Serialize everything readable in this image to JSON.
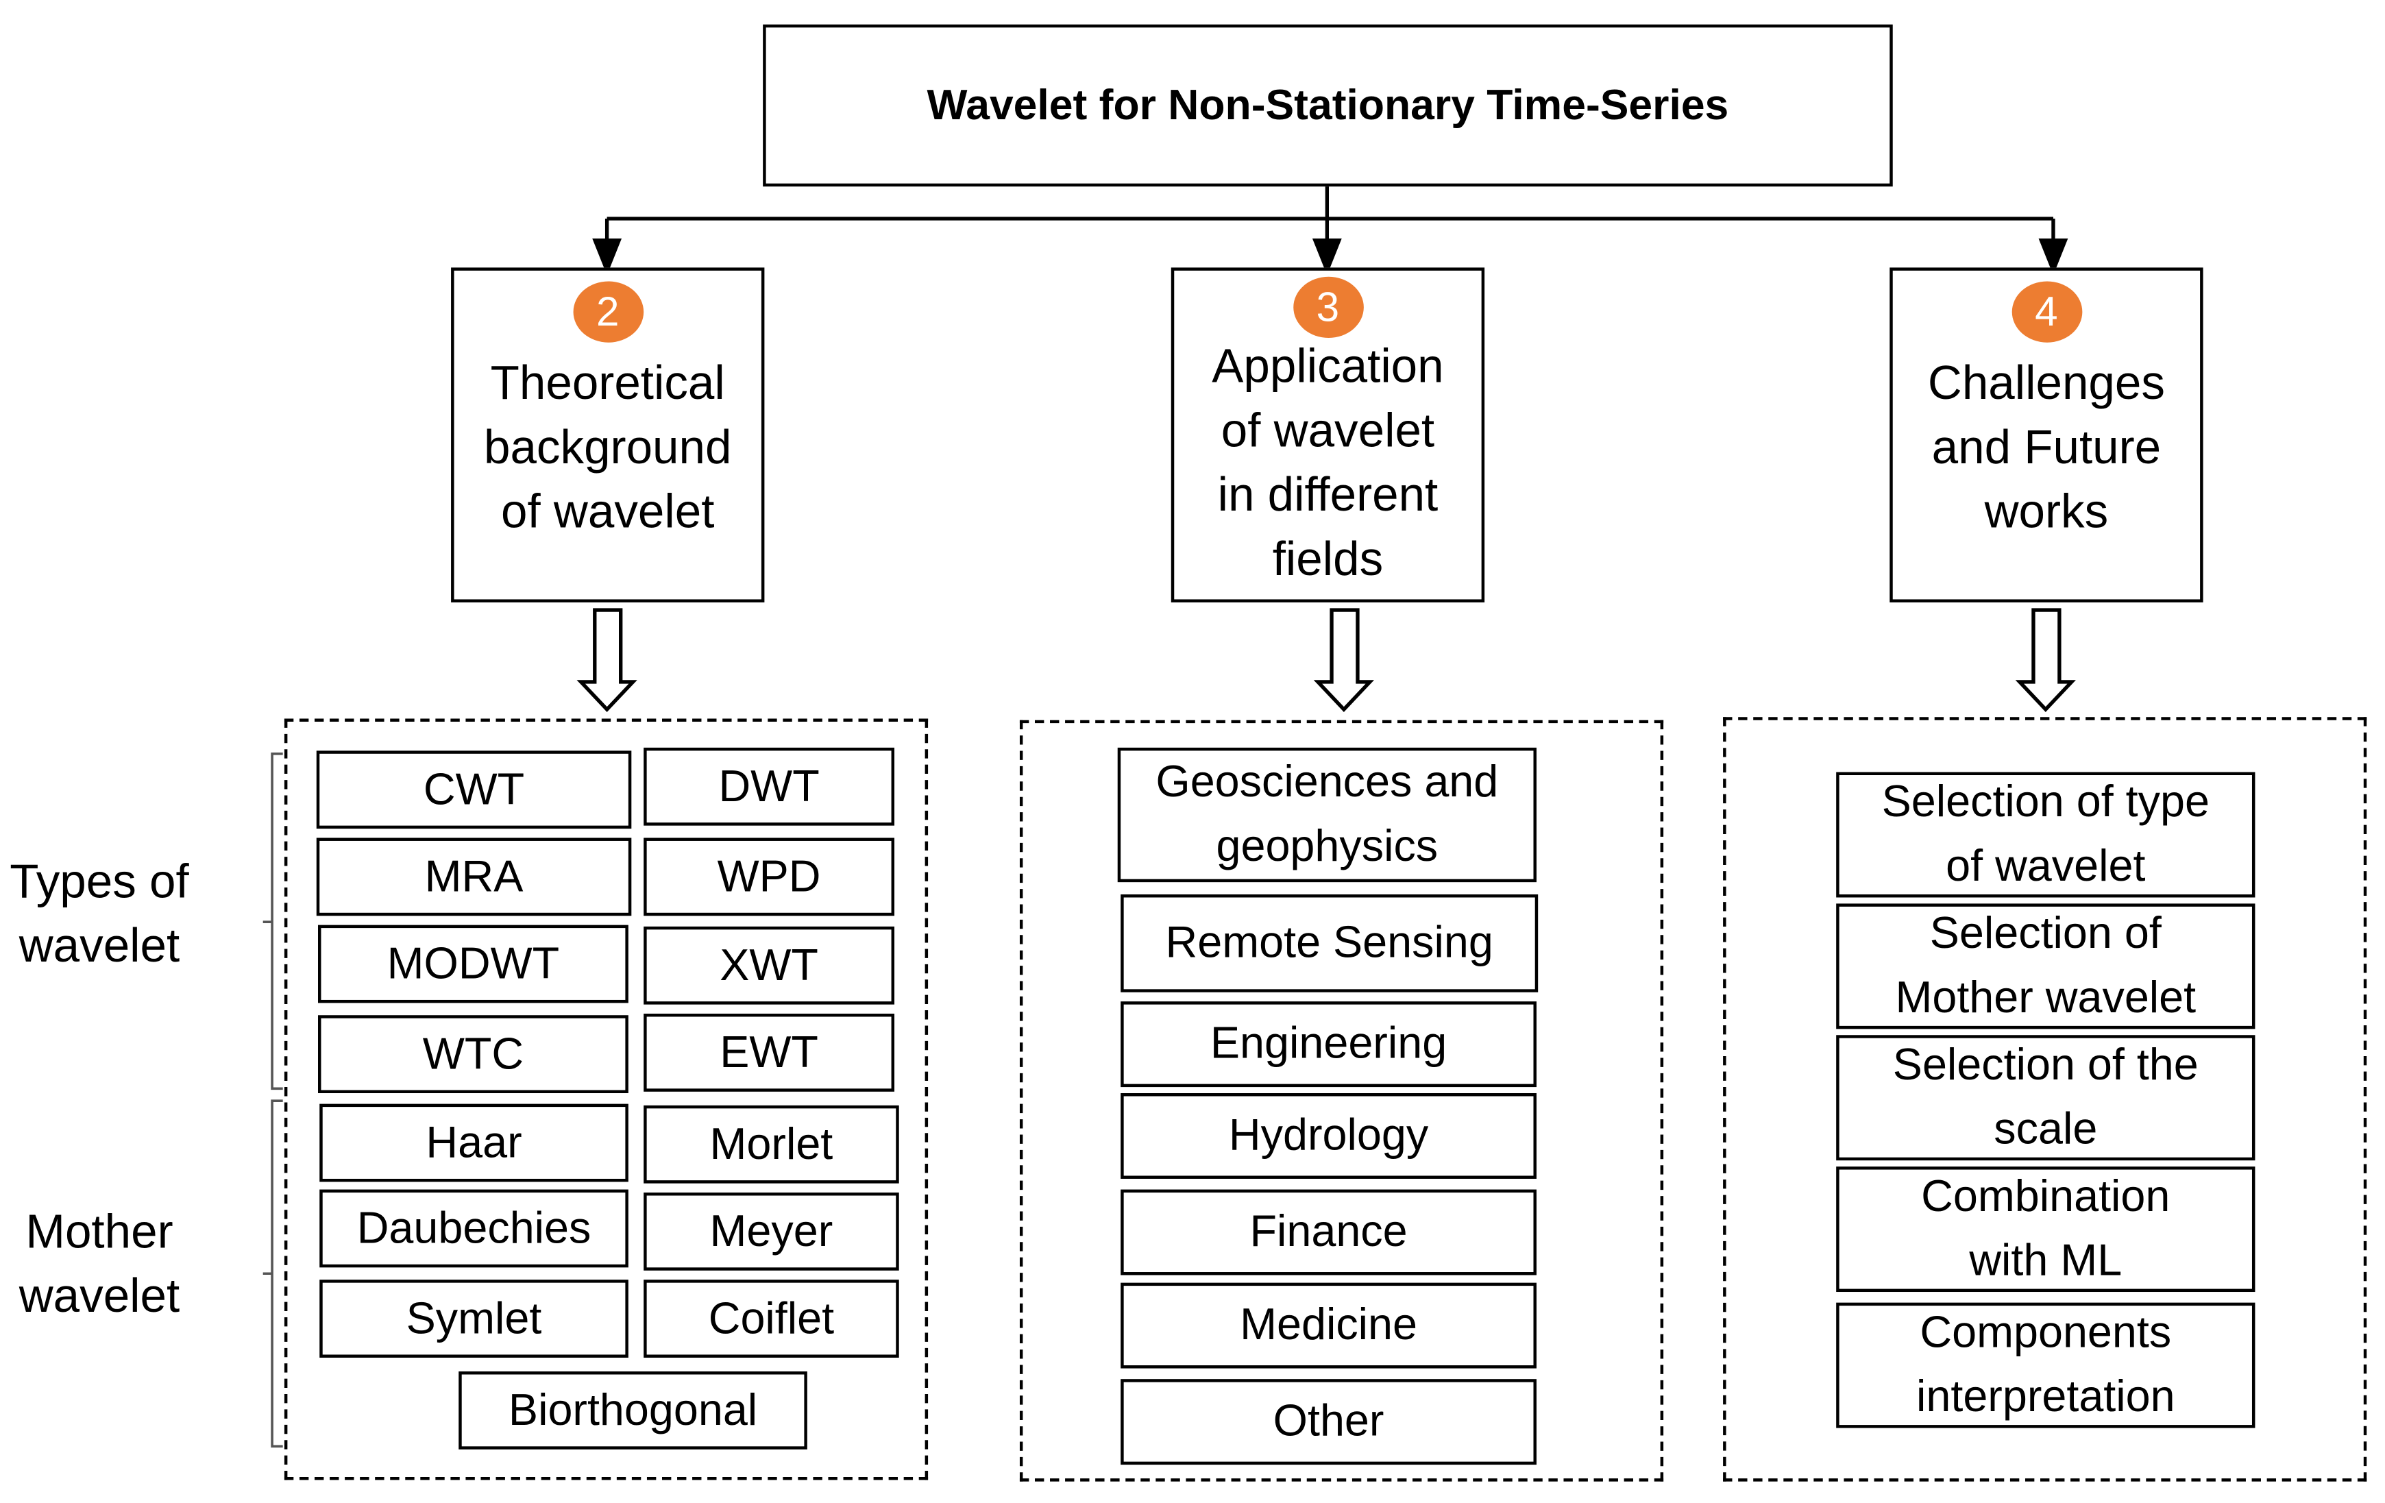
{
  "title": "Wavelet for Non-Stationary Time-Series",
  "accent_color": "#ed7d31",
  "sections": [
    {
      "number": "2",
      "label": "Theoretical\nbackground\nof wavelet"
    },
    {
      "number": "3",
      "label": "Application\nof wavelet\nin different\nfields"
    },
    {
      "number": "4",
      "label": "Challenges\nand Future\nworks"
    }
  ],
  "group_labels": {
    "types": "Types of\nwavelet",
    "mother": "Mother\nwavelet"
  },
  "types_of_wavelet": [
    "CWT",
    "DWT",
    "MRA",
    "WPD",
    "MODWT",
    "XWT",
    "WTC",
    "EWT"
  ],
  "mother_wavelets": [
    "Haar",
    "Morlet",
    "Daubechies",
    "Meyer",
    "Symlet",
    "Coiflet",
    "Biorthogonal"
  ],
  "applications": [
    "Geosciences and\ngeophysics",
    "Remote Sensing",
    "Engineering",
    "Hydrology",
    "Finance",
    "Medicine",
    "Other"
  ],
  "challenges": [
    "Selection of type\nof wavelet",
    "Selection of\nMother wavelet",
    "Selection of the\nscale",
    "Combination\nwith ML",
    "Components\ninterpretation"
  ]
}
